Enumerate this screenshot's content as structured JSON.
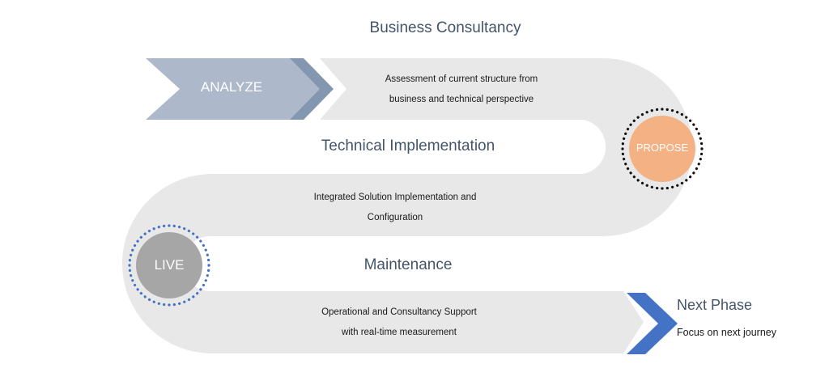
{
  "colors": {
    "road": "#e8e8e8",
    "analyze_fill": "#adb9ca",
    "analyze_chevron": "#8497b0",
    "propose_fill": "#f4b183",
    "live_fill": "#a6a6a6",
    "next_chevron": "#4472c4",
    "heading_text": "#44546a"
  },
  "stages": [
    {
      "node": "ANALYZE",
      "heading": "Business Consultancy",
      "description": [
        "Assessment of current structure from",
        "business and technical perspective"
      ]
    },
    {
      "node": "PROPOSE",
      "heading": "Technical Implementation",
      "description": [
        "Integrated Solution Implementation and",
        "Configuration"
      ]
    },
    {
      "node": "LIVE",
      "heading": "Maintenance",
      "description": [
        "Operational and Consultancy Support",
        "with real-time measurement"
      ]
    }
  ],
  "next_phase": {
    "title": "Next Phase",
    "subtitle": "Focus on next journey"
  }
}
